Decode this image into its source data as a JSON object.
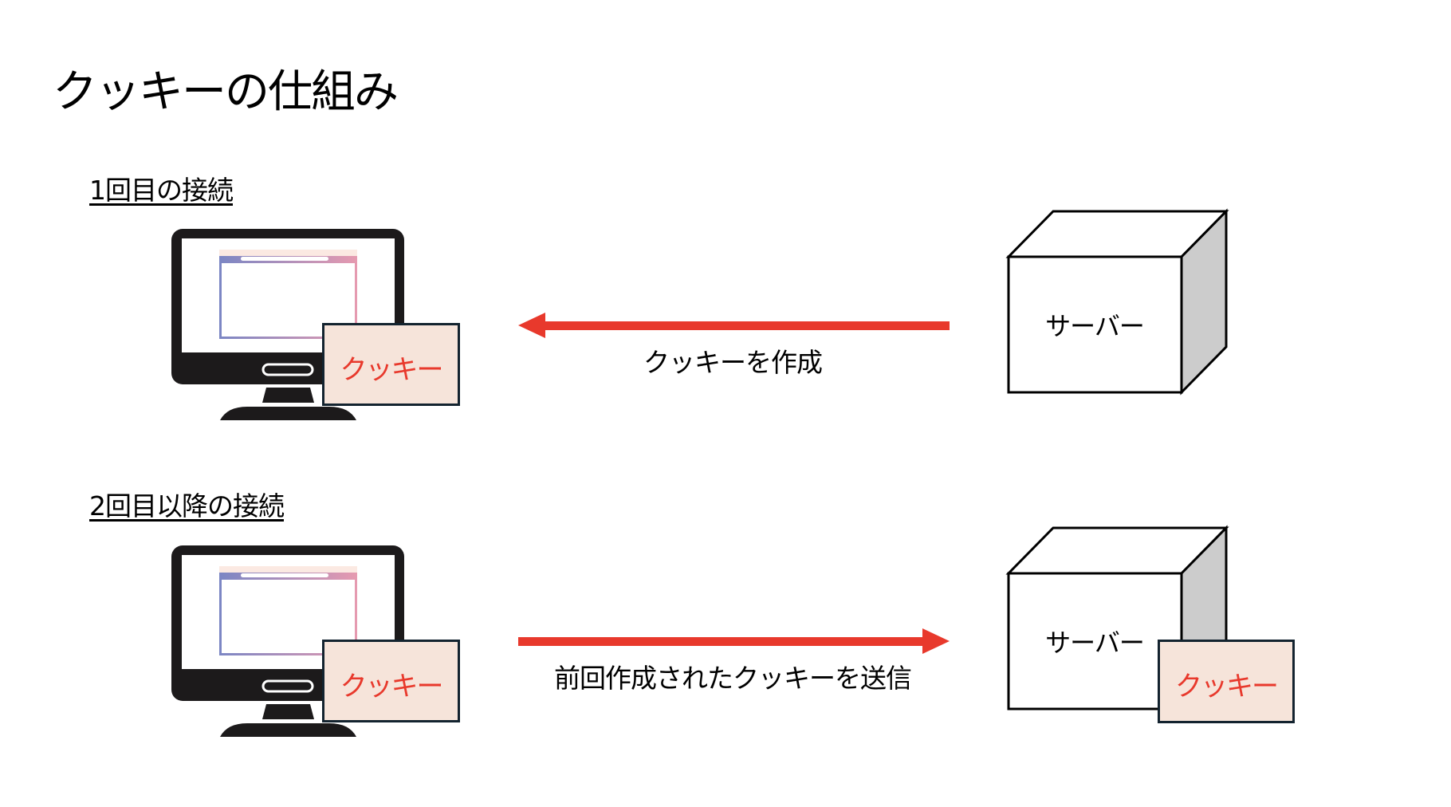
{
  "title": "クッキーの仕組み",
  "first": {
    "heading": "1回目の接続",
    "arrow_label": "クッキーを作成",
    "cookie_label": "クッキー",
    "server_label": "サーバー"
  },
  "second": {
    "heading": "2回目以降の接続",
    "arrow_label": "前回作成されたクッキーを送信",
    "cookie_label": "クッキー",
    "server_cookie_label": "クッキー",
    "server_label": "サーバー"
  },
  "colors": {
    "arrow": "#e8392c",
    "cookie_bg": "#f6e4da",
    "cookie_text": "#e8392c",
    "server_side": "#cccccc",
    "monitor": "#1c1a1b"
  }
}
